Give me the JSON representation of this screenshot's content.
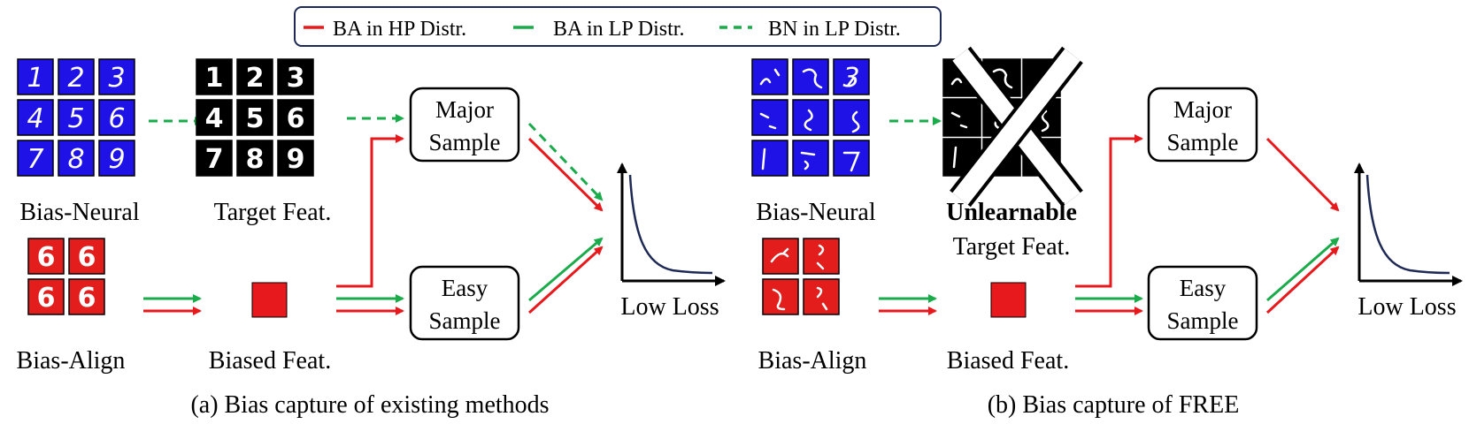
{
  "legend": {
    "items": [
      {
        "label": "BA in HP Distr.",
        "color": "#e8191c",
        "style": "solid"
      },
      {
        "label": "BA in LP Distr.",
        "color": "#1aab4b",
        "style": "solid"
      },
      {
        "label": "BN in LP Distr.",
        "color": "#1aab4b",
        "style": "dashed"
      }
    ]
  },
  "colors": {
    "red": "#e8191c",
    "green": "#1aab4b",
    "blue_tile": "#1f12e6",
    "red_tile": "#e31c1c",
    "black_tile": "#000000",
    "curve": "#1e2a55"
  },
  "panel_a": {
    "bias_neural_label": "Bias-Neural",
    "target_feat_label": "Target Feat.",
    "bias_align_label": "Bias-Align",
    "biased_feat_label": "Biased Feat.",
    "major_line1": "Major",
    "major_line2": "Sample",
    "easy_line1": "Easy",
    "easy_line2": "Sample",
    "loss_label": "Low Loss",
    "caption": "(a) Bias capture of existing methods",
    "digits": [
      "1",
      "2",
      "3",
      "4",
      "5",
      "6",
      "7",
      "8",
      "9"
    ],
    "align_digits": [
      "6",
      "6",
      "6",
      "6"
    ]
  },
  "panel_b": {
    "bias_neural_label": "Bias-Neural",
    "unlearnable_label": "Unlearnable",
    "target_feat_label": "Target Feat.",
    "bias_align_label": "Bias-Align",
    "biased_feat_label": "Biased Feat.",
    "major_line1": "Major",
    "major_line2": "Sample",
    "easy_line1": "Easy",
    "easy_line2": "Sample",
    "loss_label": "Low Loss",
    "caption": "(b) Bias capture of FREE",
    "neural_digits": [
      "",
      "",
      "3",
      "",
      "",
      "",
      "",
      "",
      ""
    ]
  }
}
